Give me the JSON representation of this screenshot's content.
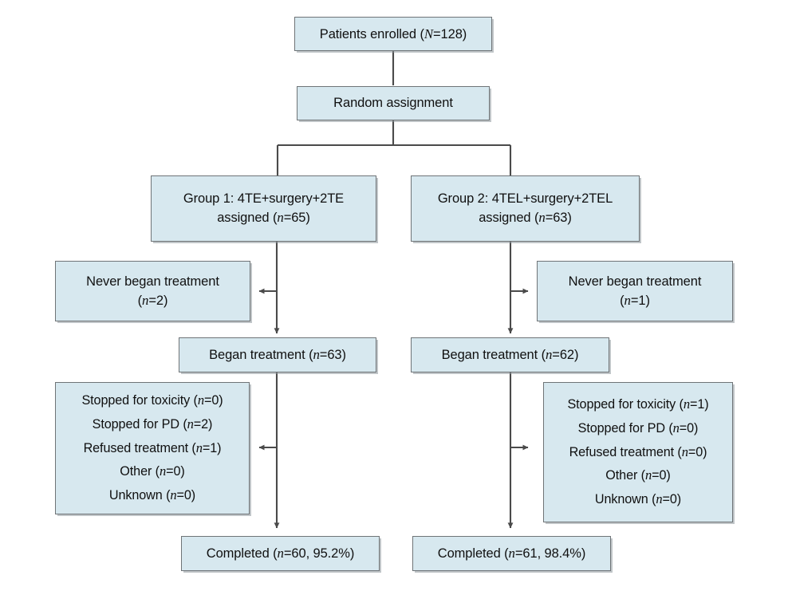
{
  "diagram": {
    "type": "consort-flow-diagram",
    "colors": {
      "box_fill": "#d7e8ef",
      "box_border": "#6f7477",
      "connector": "#4a4a4a",
      "text": "#101010",
      "background": "#ffffff"
    },
    "nodes": {
      "enrolled": {
        "lines": [
          "Patients enrolled (N=128)"
        ]
      },
      "randomization": {
        "lines": [
          "Random assignment"
        ]
      },
      "group1_assigned": {
        "lines": [
          "Group 1: 4TE+surgery+2TE",
          "assigned (n=65)"
        ]
      },
      "group2_assigned": {
        "lines": [
          "Group 2: 4TEL+surgery+2TEL",
          "assigned (n=63)"
        ]
      },
      "group1_never_began": {
        "lines": [
          "Never began treatment",
          "(n=2)"
        ]
      },
      "group2_never_began": {
        "lines": [
          "Never began treatment",
          "(n=1)"
        ]
      },
      "group1_began": {
        "lines": [
          "Began treatment (n=63)"
        ]
      },
      "group2_began": {
        "lines": [
          "Began treatment (n=62)"
        ]
      },
      "group1_discontinued": {
        "lines": [
          "Stopped for toxicity (n=0)",
          "Stopped for PD (n=2)",
          "Refused treatment (n=1)",
          "Other (n=0)",
          "Unknown (n=0)"
        ]
      },
      "group2_discontinued": {
        "lines": [
          "Stopped for toxicity (n=1)",
          "Stopped for PD (n=0)",
          "Refused treatment (n=0)",
          "Other (n=0)",
          "Unknown (n=0)"
        ]
      },
      "group1_completed": {
        "lines": [
          "Completed (n=60, 95.2%)"
        ]
      },
      "group2_completed": {
        "lines": [
          "Completed (n=61, 98.4%)"
        ]
      }
    },
    "flow_values": {
      "total_enrolled": 128,
      "group1": {
        "assigned": 65,
        "never_began": 2,
        "began": 63,
        "stopped_toxicity": 0,
        "stopped_pd": 2,
        "refused": 1,
        "other": 0,
        "unknown": 0,
        "completed": 60,
        "completed_percent": "95.2%"
      },
      "group2": {
        "assigned": 63,
        "never_began": 1,
        "began": 62,
        "stopped_toxicity": 1,
        "stopped_pd": 0,
        "refused": 0,
        "other": 0,
        "unknown": 0,
        "completed": 61,
        "completed_percent": "98.4%"
      }
    }
  }
}
